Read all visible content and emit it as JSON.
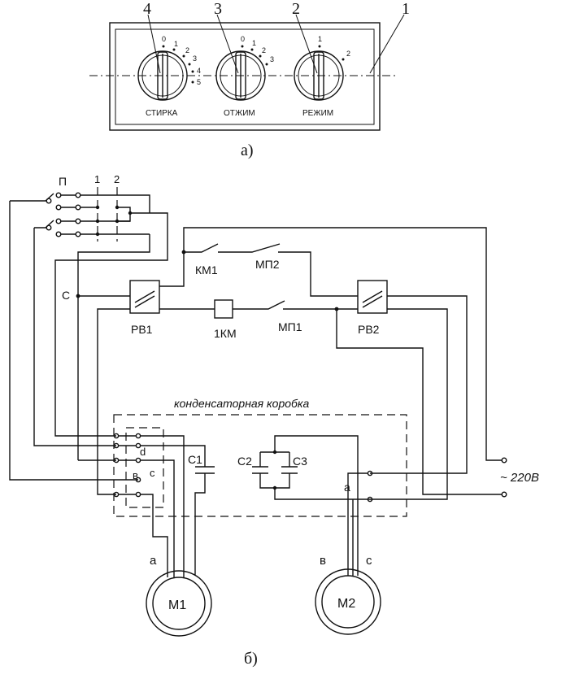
{
  "panel": {
    "callouts": [
      "4",
      "3",
      "2",
      "1"
    ],
    "knob_labels": [
      "СТИРКА",
      "ОТЖИМ",
      "РЕЖИМ"
    ],
    "wash_scale": [
      "0",
      "1",
      "2",
      "3",
      "4",
      "5"
    ],
    "spin_scale": [
      "0",
      "1",
      "2",
      "3"
    ],
    "mode_scale": [
      "1",
      "2"
    ],
    "caption": "а)"
  },
  "schematic": {
    "switch_label": "П",
    "switch_cols": [
      "1",
      "2"
    ],
    "node_c": "С",
    "relay_rv1": "РВ1",
    "relay_rv2": "РВ2",
    "coil": "1КМ",
    "km1": "КМ1",
    "mp1": "МП1",
    "mp2": "МП2",
    "box_label": "конденсаторная коробка",
    "c1": "С1",
    "c2": "С2",
    "c3": "С3",
    "term_d": "d",
    "term_c_small": "с",
    "term_b_small": "в",
    "term_a_right": "а",
    "supply": "~ 220В",
    "m1": "М1",
    "m2": "М2",
    "m1_a": "а",
    "m2_b": "в",
    "m2_c": "с",
    "caption": "б)"
  }
}
